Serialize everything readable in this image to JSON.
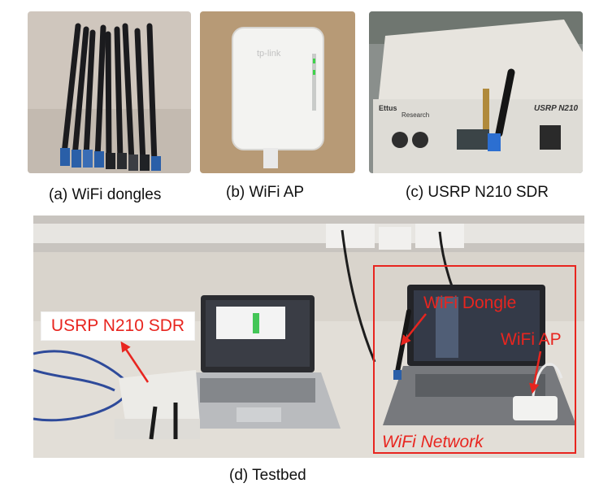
{
  "captions": {
    "a": "(a) WiFi dongles",
    "b": "(b) WiFi AP",
    "c": "(c) USRP N210 SDR",
    "d": "(d) Testbed"
  },
  "device_labels": {
    "ap_brand": "tp-link",
    "usrp_brand": "Ettus",
    "usrp_subbrand": "Research",
    "usrp_model": "USRP N210"
  },
  "annotations": {
    "usrp": "USRP N210 SDR",
    "dongle": "WiFi Dongle",
    "ap": "WiFi AP",
    "network": "WiFi Network"
  },
  "colors": {
    "annotation_red": "#e8251f"
  }
}
